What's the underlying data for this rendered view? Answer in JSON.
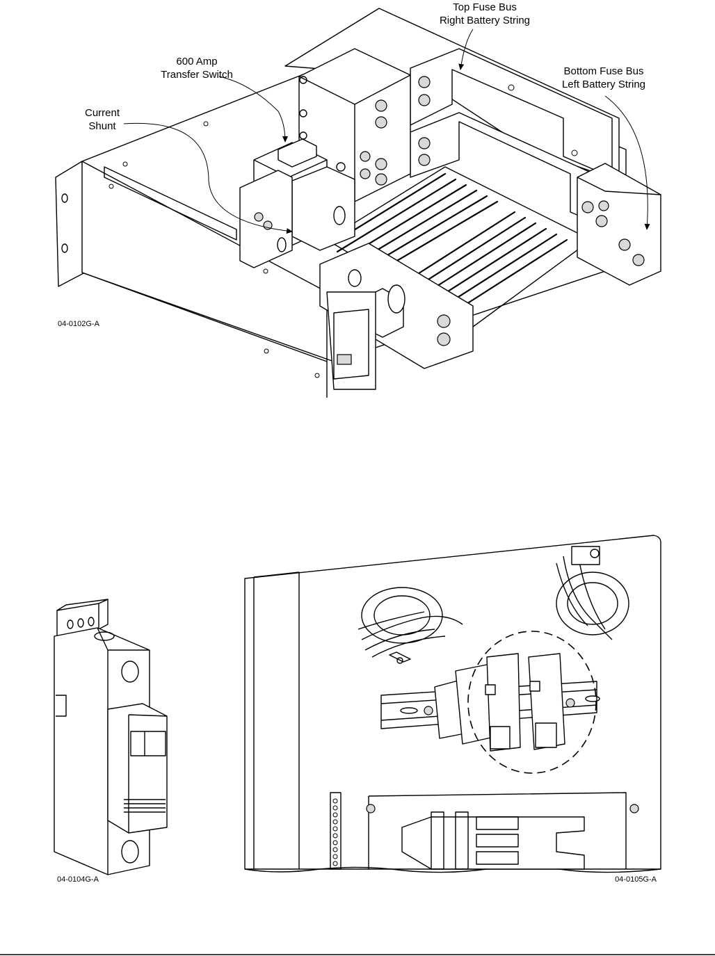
{
  "figure_top": {
    "id": "04-0102G-A",
    "callouts": [
      {
        "key": "top_fuse_bus",
        "lines": [
          "Top Fuse Bus",
          "Right Battery String"
        ]
      },
      {
        "key": "transfer_switch",
        "lines": [
          "600 Amp",
          "Transfer Switch"
        ]
      },
      {
        "key": "bottom_fuse_bus",
        "lines": [
          "Bottom Fuse Bus",
          "Left Battery String"
        ]
      },
      {
        "key": "current_shunt",
        "lines": [
          "Current",
          "Shunt"
        ]
      }
    ]
  },
  "figure_bottom_left": {
    "id": "04-0104G-A"
  },
  "figure_bottom_right": {
    "id": "04-0105G-A"
  }
}
